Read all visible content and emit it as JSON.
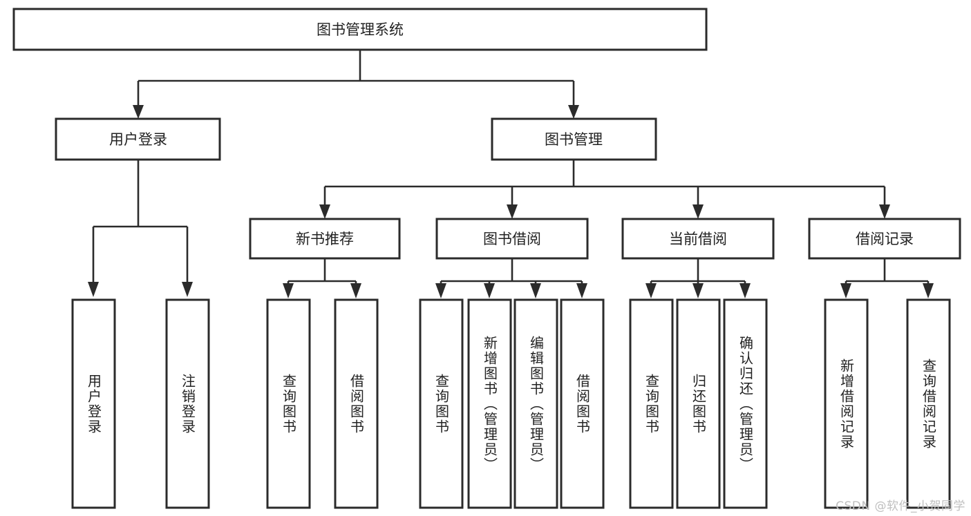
{
  "diagram": {
    "type": "tree",
    "title": "图书管理系统",
    "orientation": "top-down",
    "arrow_style": "solid-filled-triangle",
    "colors": {
      "box_stroke": "#2b2b2b",
      "box_fill": "#ffffff",
      "connector": "#2b2b2b",
      "text": "#222222",
      "watermark": "#bfbfbf",
      "background": "#ffffff"
    },
    "root": {
      "id": "root",
      "label": "图书管理系统"
    },
    "level2": [
      {
        "id": "user-login",
        "label": "用户登录"
      },
      {
        "id": "book-manage",
        "label": "图书管理"
      }
    ],
    "level3": [
      {
        "id": "new-book-recommend",
        "label": "新书推荐",
        "parent": "book-manage"
      },
      {
        "id": "book-borrow",
        "label": "图书借阅",
        "parent": "book-manage"
      },
      {
        "id": "current-borrow",
        "label": "当前借阅",
        "parent": "book-manage"
      },
      {
        "id": "borrow-record",
        "label": "借阅记录",
        "parent": "book-manage"
      }
    ],
    "leaves": [
      {
        "id": "leaf-user-login",
        "label": "用户登录",
        "parent": "user-login"
      },
      {
        "id": "leaf-logout",
        "label": "注销登录",
        "parent": "user-login"
      },
      {
        "id": "leaf-query-book-1",
        "label": "查询图书",
        "parent": "new-book-recommend"
      },
      {
        "id": "leaf-borrow-book-1",
        "label": "借阅图书",
        "parent": "new-book-recommend"
      },
      {
        "id": "leaf-query-book-2",
        "label": "查询图书",
        "parent": "book-borrow"
      },
      {
        "id": "leaf-add-book",
        "label": "新增图书（管理员）",
        "parent": "book-borrow"
      },
      {
        "id": "leaf-edit-book",
        "label": "编辑图书（管理员）",
        "parent": "book-borrow"
      },
      {
        "id": "leaf-borrow-book-2",
        "label": "借阅图书",
        "parent": "book-borrow"
      },
      {
        "id": "leaf-query-book-3",
        "label": "查询图书",
        "parent": "current-borrow"
      },
      {
        "id": "leaf-return-book",
        "label": "归还图书",
        "parent": "current-borrow"
      },
      {
        "id": "leaf-confirm-return",
        "label": "确认归还（管理员）",
        "parent": "current-borrow"
      },
      {
        "id": "leaf-add-record",
        "label": "新增借阅记录",
        "parent": "borrow-record"
      },
      {
        "id": "leaf-query-record",
        "label": "查询借阅记录",
        "parent": "borrow-record"
      }
    ]
  },
  "watermark": {
    "text": "CSDN @软件_小贺同学"
  }
}
